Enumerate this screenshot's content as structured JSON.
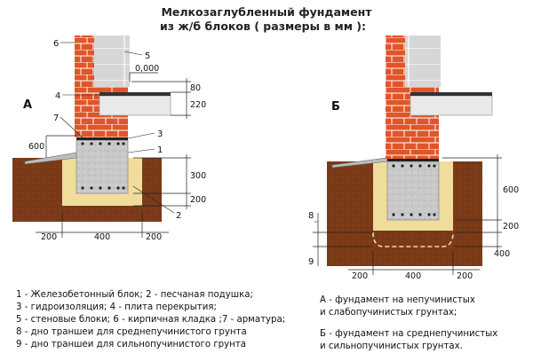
{
  "title": {
    "line1": "Мелкозаглубленный фундамент",
    "line2": "из ж/б блоков ( размеры в мм ):"
  },
  "variants": {
    "a": "А",
    "b": "Б"
  },
  "left": {
    "callouts": [
      "6",
      "5",
      "4",
      "7",
      "3",
      "1",
      "2"
    ],
    "dims": {
      "elevation": "0,000",
      "slab_top": "80",
      "slab": "220",
      "offset": "600",
      "upper": "300",
      "lower": "200",
      "bottom_left": "200",
      "bottom_mid": "400",
      "bottom_right": "200"
    }
  },
  "right": {
    "callouts": [
      "8",
      "9"
    ],
    "dims": {
      "height": "600",
      "sand": "200",
      "deep": "400",
      "bottom_left": "200",
      "bottom_mid": "400",
      "bottom_right": "200"
    }
  },
  "legend": {
    "left": [
      "1 - Железобетонный блок; 2 - песчаная подушка;",
      "3 - гидроизоляция; 4 - плита перекрытия;",
      "5 - стеновые блоки; 6 - кирпичная кладка ;7 - арматура;",
      "8 - дно траншеи для среднепучинистого грунта",
      "9 - дно траншеи для сильнопучинистого грунта"
    ],
    "right_a": [
      "А - фундамент на непучинистых",
      "и слабопучинистых грунтах;"
    ],
    "right_b": [
      "Б - фундамент на среднепучинистых",
      "и сильнопучинистых грунтах."
    ]
  },
  "colors": {
    "brick": "#e0552a",
    "soil": "#7a3a18",
    "sand": "#f0dd9c",
    "block": "#d8d8d8"
  }
}
